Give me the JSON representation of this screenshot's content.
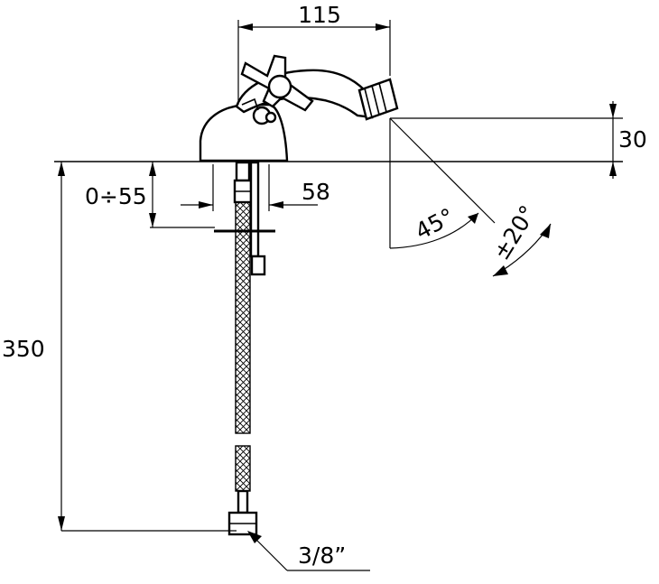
{
  "dimensions": {
    "width_top": "115",
    "spout_height": "30",
    "deck_range": "0÷55",
    "hole_width": "58",
    "hose_length": "350",
    "spout_angle": "45°",
    "spout_swivel": "±20°",
    "connection": "3/8”"
  }
}
